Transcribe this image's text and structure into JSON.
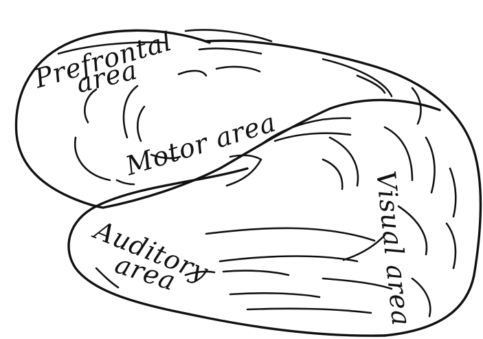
{
  "labels": {
    "prefrontal_1": "Prefrontal",
    "prefrontal_2": "area",
    "motor": "Motor area",
    "auditory_1": "Auditory",
    "auditory_2": "area",
    "visual": "Visual area"
  },
  "colors": {
    "ink": "#111111",
    "paper": "#ffffff"
  }
}
